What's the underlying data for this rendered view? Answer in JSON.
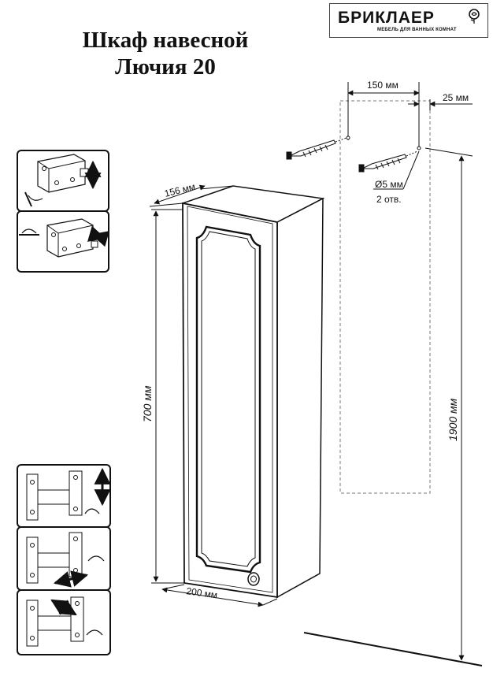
{
  "title": {
    "line1": "Шкаф навесной",
    "line2": "Лючия 20"
  },
  "logo": {
    "name": "БРИКЛАЕР",
    "tagline": "МЕБЕЛЬ ДЛЯ ВАННЫХ КОМНАТ",
    "icon": "rose-icon"
  },
  "dimensions": {
    "depth": "156 мм",
    "height": "700 мм",
    "width": "200 мм",
    "hole_spacing": "150 мм",
    "edge_offset": "25 мм",
    "mount_height": "1900 мм",
    "hole_diameter": "Ø5 мм",
    "hole_count": "2 отв."
  },
  "instructions": {
    "top_panel": [
      "hinge-plate-vertical-adjust",
      "hinge-plate-depth-adjust"
    ],
    "bottom_panel": [
      "hinge-height-adjust",
      "hinge-side-adjust",
      "hinge-depth-adjust"
    ]
  }
}
